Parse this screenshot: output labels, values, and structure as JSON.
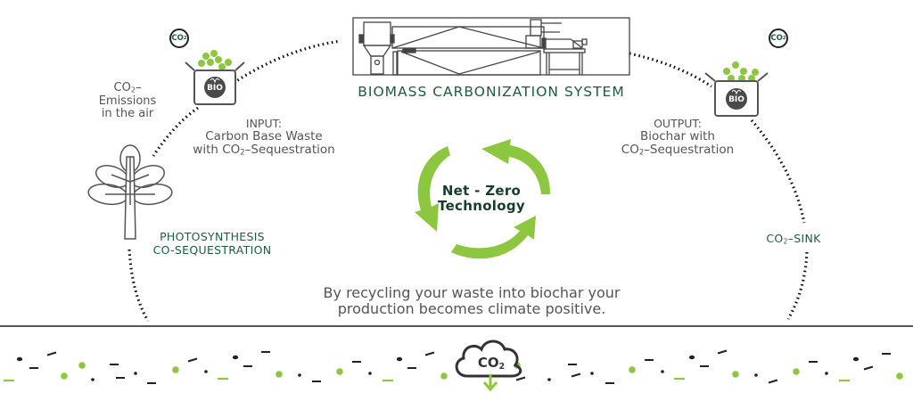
{
  "colors": {
    "accent_green": "#8dc63f",
    "dark_green_text": "#1f5c3d",
    "gray_text": "#555555",
    "line_dark": "#222222"
  },
  "header": {
    "system_title": "BIOMASS CARBONIZATION SYSTEM"
  },
  "left": {
    "co2_badge": "CO",
    "co2_badge_sub": "2",
    "emissions_line1_prefix": "CO",
    "emissions_line1_sub": "2",
    "emissions_line1_suffix": "–",
    "emissions_line2": "Emissions",
    "emissions_line3": "in the air",
    "input_title": "INPUT:",
    "input_line1": "Carbon Base Waste",
    "input_line2_prefix": "with CO",
    "input_line2_sub": "2",
    "input_line2_suffix": "–Sequestration",
    "bin_label": "BIO",
    "photosynthesis_line1": "PHOTOSYNTHESIS",
    "photosynthesis_line2": "CO-SEQUESTRATION"
  },
  "right": {
    "co2_badge": "CO",
    "co2_badge_sub": "2",
    "output_title": "OUTPUT:",
    "output_line1": "Biochar with",
    "output_line2_prefix": "CO",
    "output_line2_sub": "2",
    "output_line2_suffix": "–Sequestration",
    "bin_label": "BIO",
    "sink_prefix": "CO",
    "sink_sub": "2",
    "sink_suffix": "–SINK"
  },
  "center": {
    "cycle_line1": "Net - Zero",
    "cycle_line2": "Technology",
    "caption_line1": "By recycling your waste into biochar your",
    "caption_line2": "production becomes climate positive."
  },
  "ground": {
    "cloud_label": "CO",
    "cloud_label_sub": "2"
  }
}
